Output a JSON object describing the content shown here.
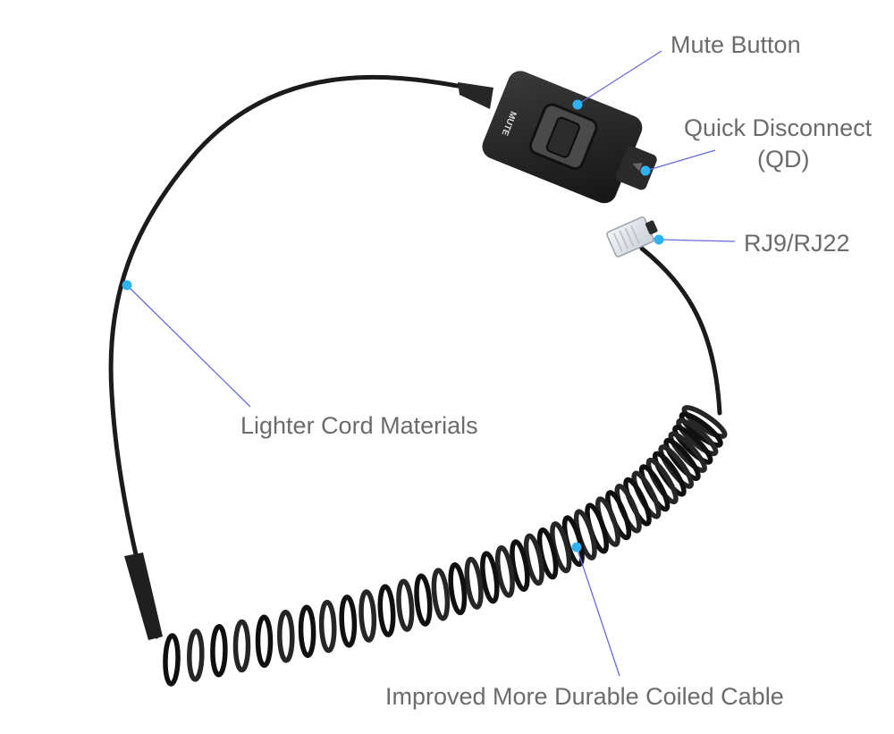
{
  "labels": {
    "mute_button": "Mute Button",
    "quick_disconnect_line1": "Quick Disconnect",
    "quick_disconnect_line2": "(QD)",
    "rj_connector": "RJ9/RJ22",
    "lighter_cord": "Lighter Cord Materials",
    "coiled_cable": "Improved More Durable Coiled Cable"
  },
  "device_text": {
    "mute_marking": "MUTE"
  },
  "colors": {
    "label_text": "#6b6b6b",
    "leader_line": "#6a6ad8",
    "marker_dot": "#2fb2f0",
    "cable": "#1b1b1b"
  }
}
